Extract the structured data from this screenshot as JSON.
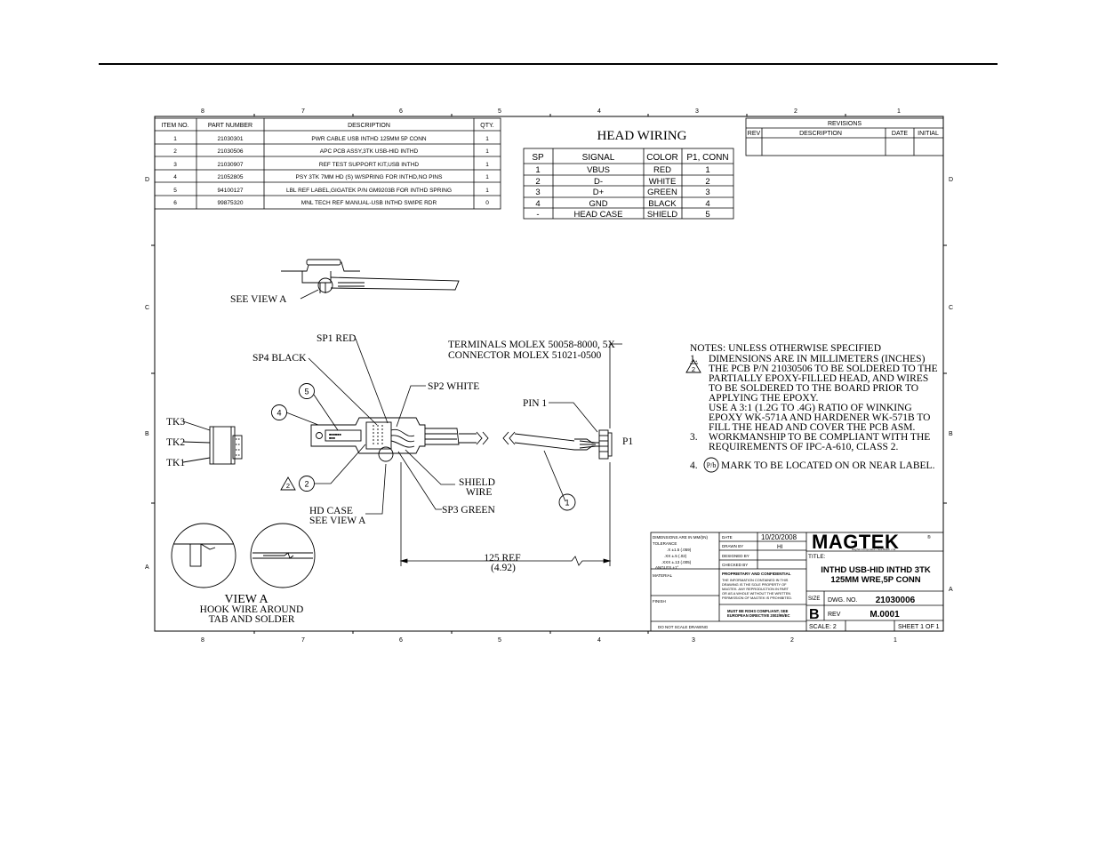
{
  "zone_numbers": [
    "8",
    "7",
    "6",
    "5",
    "4",
    "3",
    "2",
    "1"
  ],
  "zone_letters": [
    "D",
    "C",
    "B",
    "A"
  ],
  "bom": {
    "headers": [
      "ITEM NO.",
      "PART NUMBER",
      "DESCRIPTION",
      "QTY."
    ],
    "rows": [
      [
        "1",
        "21030301",
        "PWR CABLE USB INTHD 125MM 5P CONN",
        "1"
      ],
      [
        "2",
        "21030506",
        "APC PCB ASSY,3TK USB-HID INTHD",
        "1"
      ],
      [
        "3",
        "21030907",
        "REF TEST SUPPORT KIT,USB INTHD",
        "1"
      ],
      [
        "4",
        "21052805",
        "PSY 3TK 7MM HD (S) W/SPRING FOR INTHD,NO PINS",
        "1"
      ],
      [
        "5",
        "94100127",
        "LBL REF LABEL,GIGATEK P/N GM9203B FOR INTHD SPRING",
        "1"
      ],
      [
        "6",
        "99875320",
        "MNL TECH REF MANUAL-USB INTHD SWIPE RDR",
        "0"
      ]
    ]
  },
  "head_wiring": {
    "title": "HEAD WIRING",
    "headers": [
      "SP",
      "SIGNAL",
      "COLOR",
      "P1, CONN"
    ],
    "rows": [
      [
        "1",
        "VBUS",
        "RED",
        "1"
      ],
      [
        "2",
        "D-",
        "WHITE",
        "2"
      ],
      [
        "3",
        "D+",
        "GREEN",
        "3"
      ],
      [
        "4",
        "GND",
        "BLACK",
        "4"
      ],
      [
        "-",
        "HEAD CASE",
        "SHIELD",
        "5"
      ]
    ]
  },
  "revisions": {
    "title": "REVISIONS",
    "headers": [
      "REV",
      "DESCRIPTION",
      "DATE",
      "INITIAL"
    ]
  },
  "callouts": {
    "see_view_a": "SEE VIEW A",
    "sp1": "SP1 RED",
    "sp4": "SP4 BLACK",
    "sp2": "SP2 WHITE",
    "terminals_1": "TERMINALS MOLEX 50058-8000, 5X",
    "terminals_2": "CONNECTOR MOLEX 51021-0500",
    "pin1": "PIN 1",
    "p1": "P1",
    "tk3": "TK3",
    "tk2": "TK2",
    "tk1": "TK1",
    "balloon_5": "5",
    "balloon_4": "4",
    "balloon_2": "2",
    "balloon_1": "1",
    "tri_2": "2",
    "shield_1": "SHIELD",
    "shield_2": "WIRE",
    "sp3": "SP3 GREEN",
    "hd_case_1": "HD CASE",
    "hd_case_2": "SEE VIEW A",
    "dim_1": "125 REF",
    "dim_2": "(4.92)",
    "view_a_title": "VIEW A",
    "view_a_1": "HOOK WIRE AROUND",
    "view_a_2": "TAB AND SOLDER"
  },
  "notes": {
    "heading": "NOTES: UNLESS OTHERWISE SPECIFIED",
    "n1_num": "1.",
    "n1": "DIMENSIONS ARE IN MILLIMETERS (INCHES)",
    "n2_lines": [
      "THE PCB P/N 21030506 TO BE SOLDERED TO THE",
      "PARTIALLY EPOXY-FILLED HEAD, AND WIRES",
      "TO BE SOLDERED TO THE BOARD PRIOR TO",
      "APPLYING THE EPOXY.",
      "USE A 3:1 (1.2G TO .4G) RATIO OF WINKING",
      "EPOXY WK-571A AND HARDENER WK-571B TO",
      "FILL THE HEAD AND COVER THE PCB ASM."
    ],
    "n3_num": "3.",
    "n3_lines": [
      "WORKMANSHIP TO BE COMPLIANT WITH THE",
      "REQUIREMENTS OF IPC-A-610, CLASS 2."
    ],
    "n4_num": "4.",
    "n4_mark": "P/b",
    "n4": "MARK TO BE LOCATED ON OR NEAR LABEL."
  },
  "title_block": {
    "dims_label": "DIMENSIONS ARE IN MM/(IN)",
    "tolerance": "TOLERANCE",
    "tol_x": ".X    ±1.5 (.059)",
    "tol_xx": ".XX   ±.5 (.02)",
    "tol_xxx": ".XXX  ±.13 (.005)",
    "angles": "ANGLES ±1°",
    "material": "MATERIAL",
    "finish": "FINISH",
    "do_not_scale": "DO NOT SCALE DRAWING",
    "date_label": "DATE",
    "date_value": "10/20/2008",
    "drawn_by_label": "DRAWN BY",
    "drawn_by_value": "HI",
    "designed_by": "DESIGNED BY",
    "checked_by": "CHECKED BY",
    "prop_title": "PROPRIETARY AND CONFIDENTIAL",
    "prop_lines": [
      "THE INFORMATION CONTAINED IN THIS",
      "DRAWING IS THE SOLE PROPERTY OF",
      "MAGTEK. ANY REPRODUCTION IN PART",
      "OR AS A WHOLE WITHOUT THE WRITTEN",
      "PERMISSION OF MAGTEK IS PROHIBITED."
    ],
    "rohs_1": "MUST BE ROHS COMPLIANT. SEE",
    "rohs_2": "EUROPEAN DIRECTIVE 2002/95/EC",
    "logo": "MAGTEK",
    "logo_tagline": "MagTek Incorporated • Seal Beach • Ca",
    "title_label": "TITLE:",
    "title_1": "INTHD USB-HID INTHD 3TK",
    "title_2": "125MM WRE,5P CONN",
    "size_label": "SIZE",
    "size_value": "B",
    "dwg_label": "DWG. NO.",
    "dwg_value": "21030006",
    "rev_label": "REV",
    "rev_value": "M.0001",
    "scale": "SCALE: 2",
    "sheet": "SHEET 1 OF 1"
  }
}
